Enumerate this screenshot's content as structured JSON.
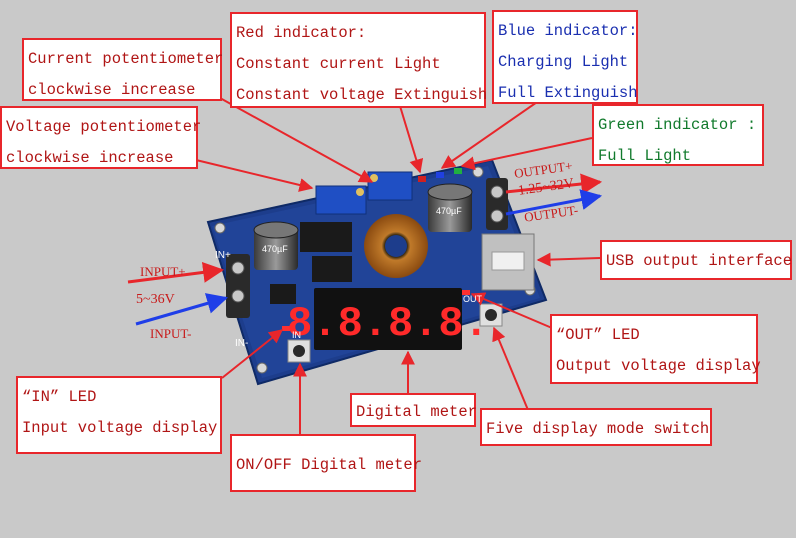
{
  "callouts": {
    "current_pot": {
      "line1": "Current potentiometer",
      "line2": "clockwise increase"
    },
    "voltage_pot": {
      "line1": "Voltage potentiometer",
      "line2": "clockwise increase"
    },
    "red_indicator": {
      "line1": "Red indicator:",
      "line2": "Constant current Light",
      "line3": "Constant voltage Extinguish"
    },
    "blue_indicator": {
      "line1": "Blue indicator:",
      "line2": "Charging Light",
      "line3": "Full Extinguish"
    },
    "green_indicator": {
      "line1": "Green indicator :",
      "line2": "Full Light"
    },
    "usb_output": {
      "line1": "USB output interface"
    },
    "out_led": {
      "line1": "“OUT” LED",
      "line2": "Output voltage display"
    },
    "in_led": {
      "line1": "“IN” LED",
      "line2": "Input voltage display"
    },
    "digital_meter": {
      "line1": "Digital meter"
    },
    "mode_switch": {
      "line1": "Five display mode switch"
    },
    "onoff_meter": {
      "line1": "ON/OFF Digital meter"
    }
  },
  "terminal_labels": {
    "output_plus": "OUTPUT+",
    "output_range": "1.25~32V",
    "output_minus": "OUTPUT-",
    "input_plus": "INPUT+",
    "input_range": "5~36V",
    "input_minus": "INPUT-"
  },
  "board_markings": {
    "in_plus": "IN+",
    "in_minus": "IN-",
    "in_led": "IN",
    "out_led": "OUT",
    "display_digits": "8.8.8.8.",
    "cap_left": "470µF",
    "cap_right": "470µF"
  },
  "colors": {
    "callout_border": "#e8262b",
    "red_text": "#b01515",
    "blue_text": "#1a2fb0",
    "green_text": "#117a2c",
    "arrow": "#e8262b",
    "pcb": "#1d3d8c",
    "display_segment": "#ff2a2a",
    "input_wire_red": "#e8262b",
    "input_wire_blue": "#1f3ee8"
  }
}
